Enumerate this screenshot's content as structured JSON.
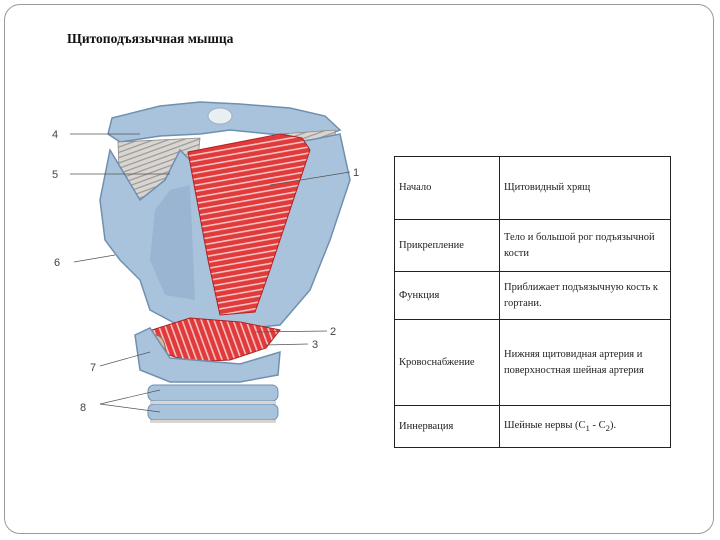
{
  "title": "Щитоподъязычная мышца",
  "figure": {
    "callouts": [
      "4",
      "5",
      "1",
      "6",
      "2",
      "3",
      "7",
      "8"
    ]
  },
  "table": {
    "rows": [
      {
        "label": "Начало",
        "value": "Щитовидный хрящ"
      },
      {
        "label": "Прикрепление",
        "value": "Тело и большой рог подъязычной кости"
      },
      {
        "label": "Функция",
        "value": "Приближает подъязычную кость к гортани."
      },
      {
        "label": "Кровоснабжение",
        "value": "Нижняя щитовидная артерия и поверхностная шейная артерия"
      },
      {
        "label": "Иннервация",
        "value_prefix": "Шейные нервы (C",
        "sub1": "1",
        "value_mid": " - C",
        "sub2": "2",
        "value_suffix": ")."
      }
    ]
  },
  "colors": {
    "cartilage": "#a9c3dc",
    "cartilage_dark": "#6f8fb1",
    "muscle": "#e03a3a",
    "muscle_stripe": "#f6c2c2"
  }
}
